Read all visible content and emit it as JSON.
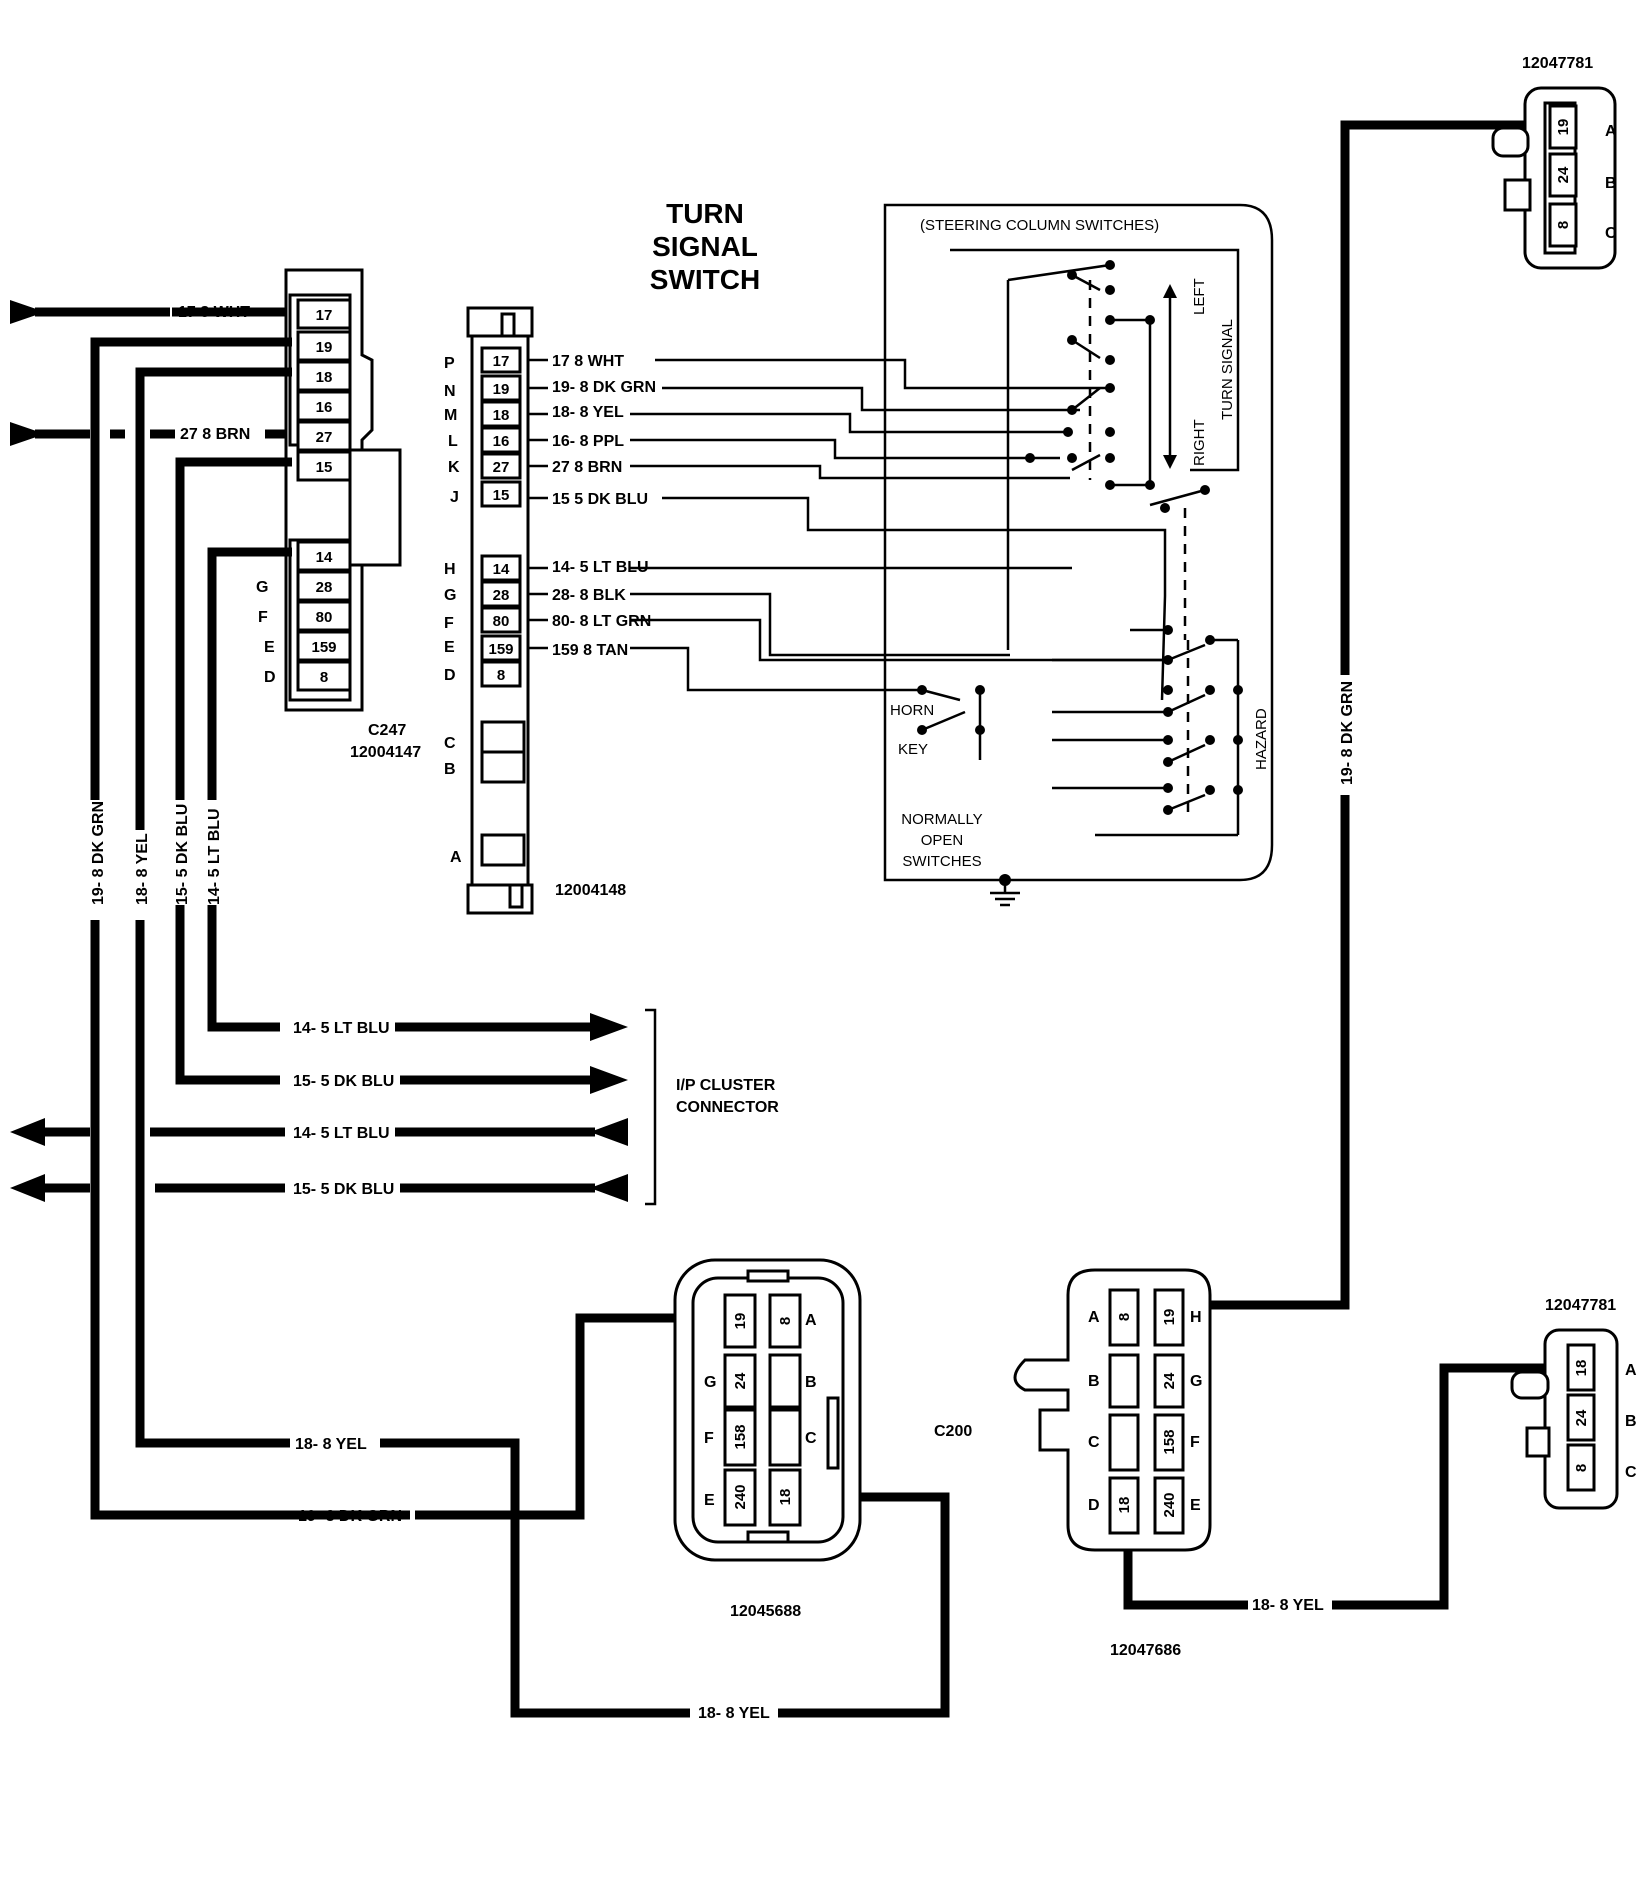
{
  "title": [
    "TURN",
    "SIGNAL",
    "SWITCH"
  ],
  "steering_box": {
    "title": "(STEERING COLUMN SWITCHES)",
    "left": "LEFT",
    "right": "RIGHT",
    "turn_signal": "TURN SIGNAL",
    "hazard": "HAZARD",
    "horn": "HORN",
    "key": "KEY",
    "normally_open": [
      "NORMALLY",
      "OPEN",
      "SWITCHES"
    ]
  },
  "c247": {
    "name": "C247",
    "part": "12004147",
    "pins_top": [
      "17",
      "19",
      "18",
      "16",
      "27",
      "15"
    ],
    "pins_bottom": [
      "14",
      "28",
      "80",
      "159",
      "8"
    ],
    "letters_bottom": [
      "G",
      "F",
      "E",
      "D"
    ],
    "wire_17": "17  8 WHT",
    "wire_27": "27  8 BRN"
  },
  "c12004148": {
    "part": "12004148",
    "rows_top": [
      {
        "letter": "P",
        "pin": "17",
        "wire": "17  8 WHT"
      },
      {
        "letter": "N",
        "pin": "19",
        "wire": "19- 8 DK GRN"
      },
      {
        "letter": "M",
        "pin": "18",
        "wire": "18- 8 YEL"
      },
      {
        "letter": "L",
        "pin": "16",
        "wire": "16- 8 PPL"
      },
      {
        "letter": "K",
        "pin": "27",
        "wire": "27  8 BRN"
      },
      {
        "letter": "J",
        "pin": "15",
        "wire": "15  5 DK BLU"
      }
    ],
    "rows_bottom": [
      {
        "letter": "H",
        "pin": "14",
        "wire": "14- 5 LT BLU"
      },
      {
        "letter": "G",
        "pin": "28",
        "wire": "28- 8 BLK"
      },
      {
        "letter": "F",
        "pin": "80",
        "wire": "80- 8 LT GRN"
      },
      {
        "letter": "E",
        "pin": "159",
        "wire": "159  8 TAN"
      },
      {
        "letter": "D",
        "pin": "8",
        "wire": ""
      }
    ],
    "letters_extra": [
      "C",
      "B",
      "A"
    ]
  },
  "vertical_wires": [
    "19- 8 DK GRN",
    "18- 8 YEL",
    "15- 5 DK BLU",
    "14- 5 LT BLU"
  ],
  "cluster": {
    "label": [
      "I/P CLUSTER",
      "CONNECTOR"
    ],
    "wires": [
      "14- 5 LT BLU",
      "15- 5 DK BLU",
      "14- 5 LT BLU",
      "15- 5 DK BLU"
    ]
  },
  "bottom_wires": {
    "yel_left": "18- 8 YEL",
    "grn_left": "19- 8 DK GRN",
    "yel_bottom": "18- 8 YEL",
    "yel_right": "18- 8 YEL",
    "grn_right": "19- 8 DK GRN"
  },
  "c200": {
    "name": "C200",
    "part": "12045688",
    "pins": [
      "19",
      "8",
      "24",
      "",
      "158",
      "",
      "240",
      "18"
    ],
    "letters_left": [
      "G",
      "F",
      "E"
    ],
    "letters_right": [
      "A",
      "B",
      "C"
    ]
  },
  "c12047686": {
    "part": "12047686",
    "pins": [
      "8",
      "19",
      "",
      "24",
      "",
      "158",
      "18",
      "240"
    ],
    "letters_left": [
      "A",
      "B",
      "C",
      "D"
    ],
    "letters_right": [
      "H",
      "G",
      "F",
      "E"
    ]
  },
  "lamp_top": {
    "part": "12047781",
    "pins": [
      "19",
      "24",
      "8"
    ],
    "letters": [
      "A",
      "B",
      "C"
    ]
  },
  "lamp_bottom": {
    "part": "12047781",
    "pins": [
      "18",
      "24",
      "8"
    ],
    "letters": [
      "A",
      "B",
      "C"
    ]
  }
}
